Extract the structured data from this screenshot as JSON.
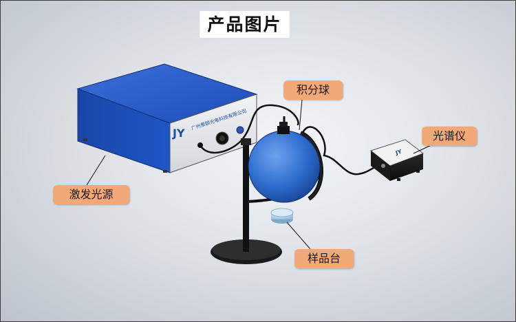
{
  "title": "产品图片",
  "labels": {
    "integrating_sphere": "积分球",
    "spectrometer": "光谱仪",
    "laser_source": "激发光源",
    "sample_stage": "样品台"
  },
  "device": {
    "logo": "JY",
    "company": "广州景颐光电科技有限公司"
  },
  "colors": {
    "callout": "#f3a878",
    "device_blue": "#1f56c4",
    "sphere_blue": "#2f6fd0"
  }
}
